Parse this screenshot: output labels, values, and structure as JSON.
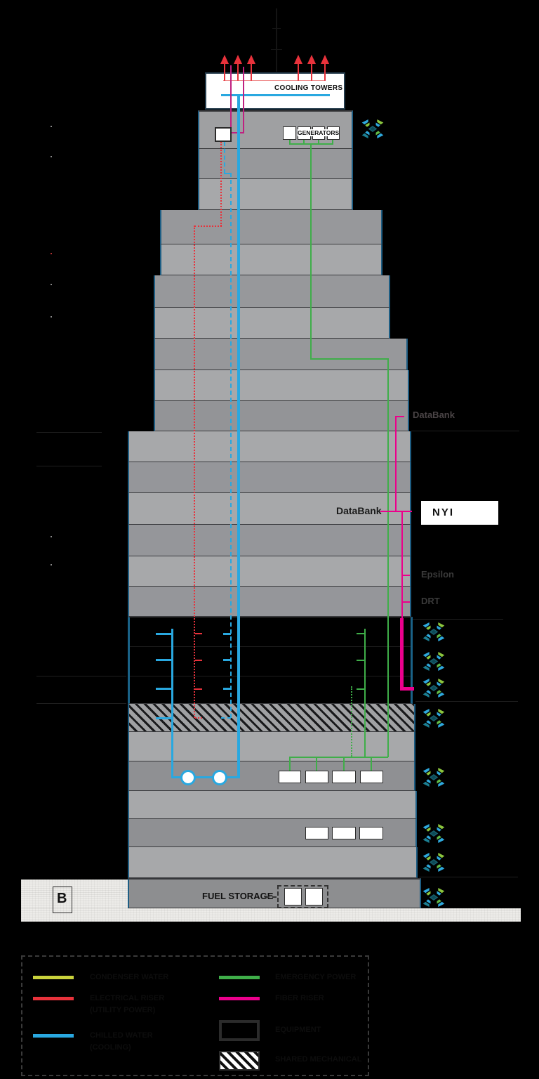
{
  "building": {
    "cooling_towers_label": "COOLING TOWERS",
    "generators_label": "GENERATORS",
    "fuel_storage_label": "FUEL STORAGE",
    "basement_marker": "B"
  },
  "tenants": {
    "databank_upper": "DataBank",
    "databank": "DataBank",
    "nyi": "NYI",
    "epsilon": "Epsilon",
    "drt": "DRT"
  },
  "icons": {
    "tenant_logo": "pinwheel-tenant-logo",
    "up_arrows": "red-exhaust-arrows"
  },
  "colors": {
    "background": "#000000",
    "floor_light": "#A7A8AA",
    "floor_dark": "#97989B",
    "floor_edge_blue": "#1E5E84",
    "chilled_water_blue": "#29A8E0",
    "electrical_red": "#E8323B",
    "emergency_green": "#3FAE49",
    "fiber_magenta": "#EC008C",
    "condenser_chartreuse": "#C9D23C"
  },
  "legend": {
    "items": [
      {
        "swatch": "line",
        "color": "#C9D23C",
        "label": "CONDENSER WATER",
        "label2": ""
      },
      {
        "swatch": "line",
        "color": "#E8323B",
        "label": "ELECTRICAL RISER",
        "label2": "(UTILITY POWER)"
      },
      {
        "swatch": "line",
        "color": "#29A8E0",
        "label": "CHILLED WATER",
        "label2": "(COOLING)"
      },
      {
        "swatch": "line",
        "color": "#3FAE49",
        "label": "EMERGENCY POWER",
        "label2": ""
      },
      {
        "swatch": "line",
        "color": "#EC008C",
        "label": "FIBER RISER",
        "label2": ""
      },
      {
        "swatch": "box",
        "color": "#2B2B2B",
        "label": "EQUIPMENT",
        "label2": ""
      },
      {
        "swatch": "hatch",
        "color": "#111111",
        "label": "SHARED MECHANICAL",
        "label2": ""
      }
    ]
  }
}
